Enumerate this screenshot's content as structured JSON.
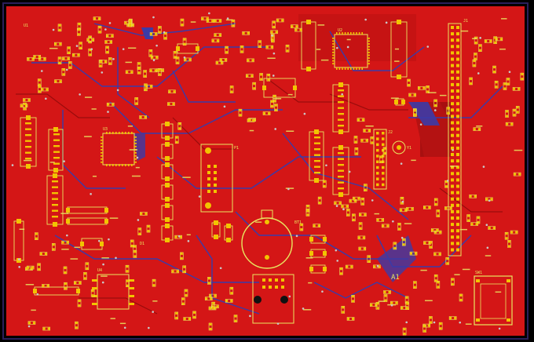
{
  "app": {
    "view": "pcb-layout-2d",
    "colors": {
      "background": "#000000",
      "outline": "#2a1f5a",
      "copper_top": "#d41616",
      "copper_dark": "#b01010",
      "pad": "#f2c400",
      "silkscreen": "#e8e860",
      "via": "#c8c8c8",
      "bottom_trace": "#3b3ba8"
    }
  },
  "board": {
    "components": {
      "header_main": "J1",
      "header_mid": "J2",
      "battery": "BT1",
      "display_connector": "P1",
      "switch": "SW1",
      "crystal": "Y1",
      "regulator": "U1",
      "mcu": "U2",
      "ic_left": "U3",
      "ic_bottom": "U4",
      "led": "D1",
      "zone_label": "A1"
    }
  }
}
